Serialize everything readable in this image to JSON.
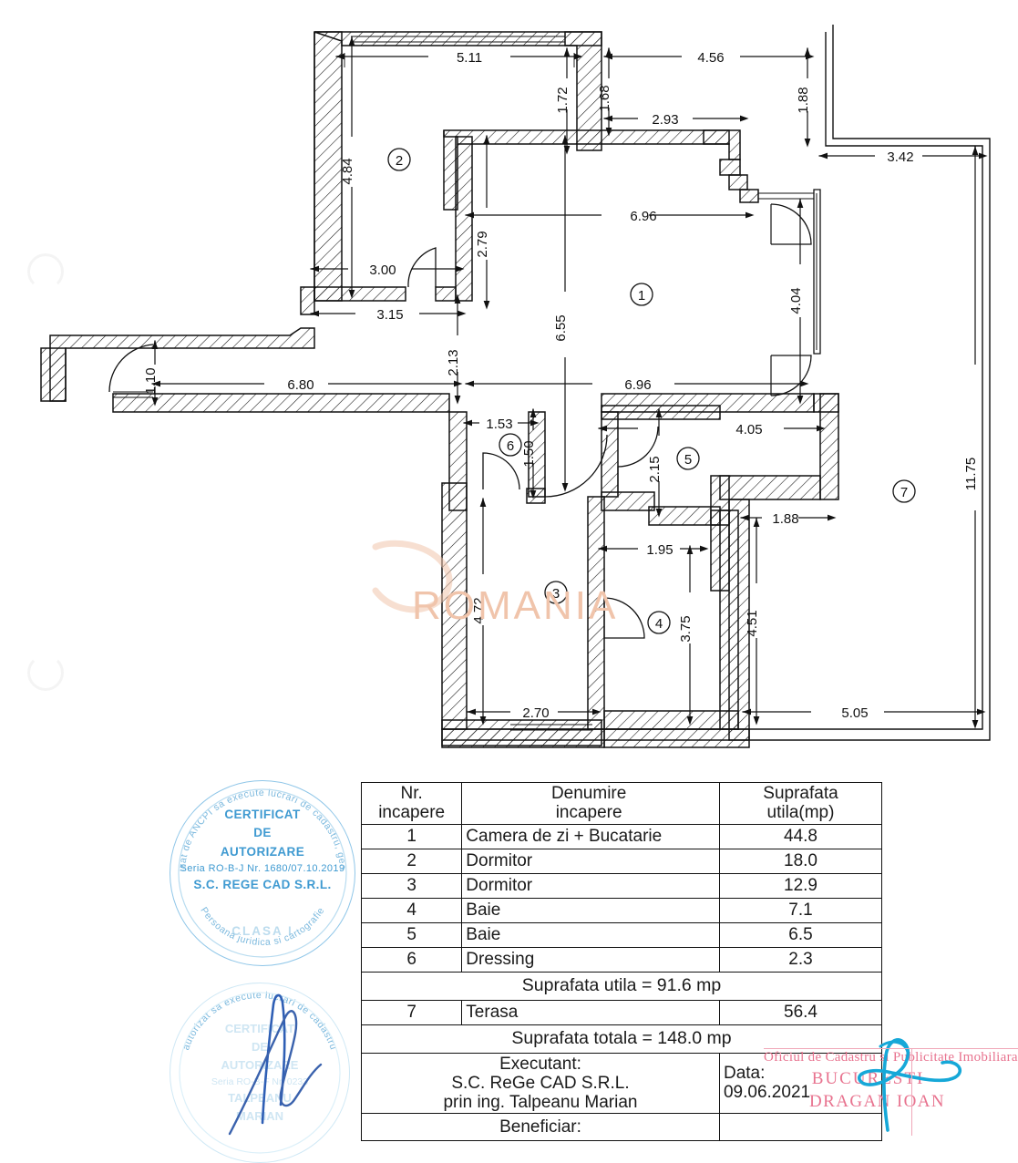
{
  "document": {
    "type": "cadastral-floor-plan",
    "watermark_text": "ROMANIA"
  },
  "floor_plan": {
    "room_markers": [
      {
        "id": "1",
        "label": "1"
      },
      {
        "id": "2",
        "label": "2"
      },
      {
        "id": "3",
        "label": "3"
      },
      {
        "id": "4",
        "label": "4"
      },
      {
        "id": "5",
        "label": "5"
      },
      {
        "id": "6",
        "label": "6"
      },
      {
        "id": "7",
        "label": "7"
      }
    ],
    "dimensions": {
      "top_left_span": "5.11",
      "top_right_span": "4.56",
      "inner_vert_172": "1.72",
      "inner_vert_168": "1.68",
      "right_vert_188": "1.88",
      "niche_293": "2.93",
      "terrace_top_342": "3.42",
      "room2_vert_484": "4.84",
      "room2_horiz_300": "3.00",
      "room2_horiz_315": "3.15",
      "corridor_279": "2.79",
      "corridor_213": "2.13",
      "living_top_696": "6.96",
      "living_bottom_696": "6.96",
      "living_vert_655": "6.55",
      "glazing_404": "4.04",
      "entry_door_110": "1.10",
      "hall_680": "6.80",
      "dressing_153": "1.53",
      "dressing_150": "1.50",
      "bath5_215": "2.15",
      "bath5_405": "4.05",
      "bath4_195": "1.95",
      "bath4_375": "3.75",
      "bath4_188": "1.88",
      "room3_472": "4.72",
      "room3_270": "2.70",
      "terrace_451": "4.51",
      "terrace_505": "5.05",
      "terrace_1175": "11.75"
    }
  },
  "table": {
    "headers": {
      "nr_line1": "Nr.",
      "nr_line2": "incapere",
      "nume_line1": "Denumire",
      "nume_line2": "incapere",
      "supr_line1": "Suprafata",
      "supr_line2": "utila(mp)"
    },
    "rows": [
      {
        "nr": "1",
        "nume": "Camera de zi + Bucatarie",
        "supr": "44.8"
      },
      {
        "nr": "2",
        "nume": "Dormitor",
        "supr": "18.0"
      },
      {
        "nr": "3",
        "nume": "Dormitor",
        "supr": "12.9"
      },
      {
        "nr": "4",
        "nume": "Baie",
        "supr": "7.1"
      },
      {
        "nr": "5",
        "nume": "Baie",
        "supr": "6.5"
      },
      {
        "nr": "6",
        "nume": "Dressing",
        "supr": "2.3"
      }
    ],
    "subtotal_utila": "Suprafata utila = 91.6 mp",
    "terrace_row": {
      "nr": "7",
      "nume": "Terasa",
      "supr": "56.4"
    },
    "total": "Suprafata totala = 148.0 mp",
    "footer": {
      "executant_line1": "Executant:",
      "executant_line2": "S.C. ReGe CAD S.R.L.",
      "executant_line3": "prin ing. Talpeanu Marian",
      "data_label": "Data:",
      "data_value": "09.06.2021",
      "beneficiar_label": "Beneficiar:"
    }
  },
  "stamps": {
    "rege": {
      "arc_top": "autorizat de ANCPI sa execute lucrari de cadastru, geodezie",
      "arc_bottom": "Persoana juridica",
      "arc_bottom2": "si cartografie",
      "line1": "CERTIFICAT",
      "line2": "DE",
      "line3": "AUTORIZARE",
      "serie": "Seria RO-B-J Nr. 1680/07.10.2019",
      "company": "S.C. REGE CAD S.R.L.",
      "class": "CLASA I"
    },
    "talpeanu": {
      "arc_top": "autorizat sa execute lucrari de cadastru",
      "line1": "CERTIFICAT",
      "line2": "DE",
      "line3": "AUTORIZARE",
      "serie": "Seria RO-B-F Nr. 0233",
      "name1": "TALPEANU",
      "name2": "MARIAN"
    },
    "ocpi": {
      "line1": "Oficiul de Cadastru si Publicitate Imobiliara",
      "line2": "BUCURESTI",
      "line3": "DRAGAN IOAN"
    }
  },
  "colors": {
    "ink": "#111111",
    "stamp_blue": "#3f9ad1",
    "stamp_blue_faded": "#cfe6f3",
    "stamp_red": "#e8738f",
    "signature_blue": "#2f5fb5",
    "signature_cyan": "#16a8d8",
    "watermark": "#f0c4ab"
  }
}
